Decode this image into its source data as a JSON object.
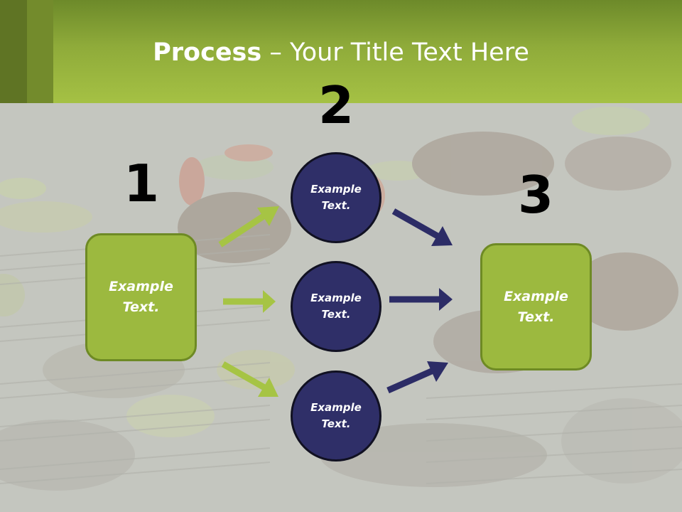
{
  "slide": {
    "title_bold": "Process",
    "title_rest": " – Your Title Text Here"
  },
  "steps": {
    "step1": {
      "number": "1",
      "box_text": "Example\nText."
    },
    "step2": {
      "number": "2",
      "circles": [
        {
          "text": "Example\nText."
        },
        {
          "text": "Example\nText."
        },
        {
          "text": "Example\nText."
        }
      ]
    },
    "step3": {
      "number": "3",
      "box_text": "Example\nText."
    }
  },
  "colors": {
    "header_green": "#a5c144",
    "box_fill": "#9cb93f",
    "circle_fill": "#2f2f68",
    "green_arrow": "#a6c444",
    "navy_arrow": "#2c2c66"
  }
}
